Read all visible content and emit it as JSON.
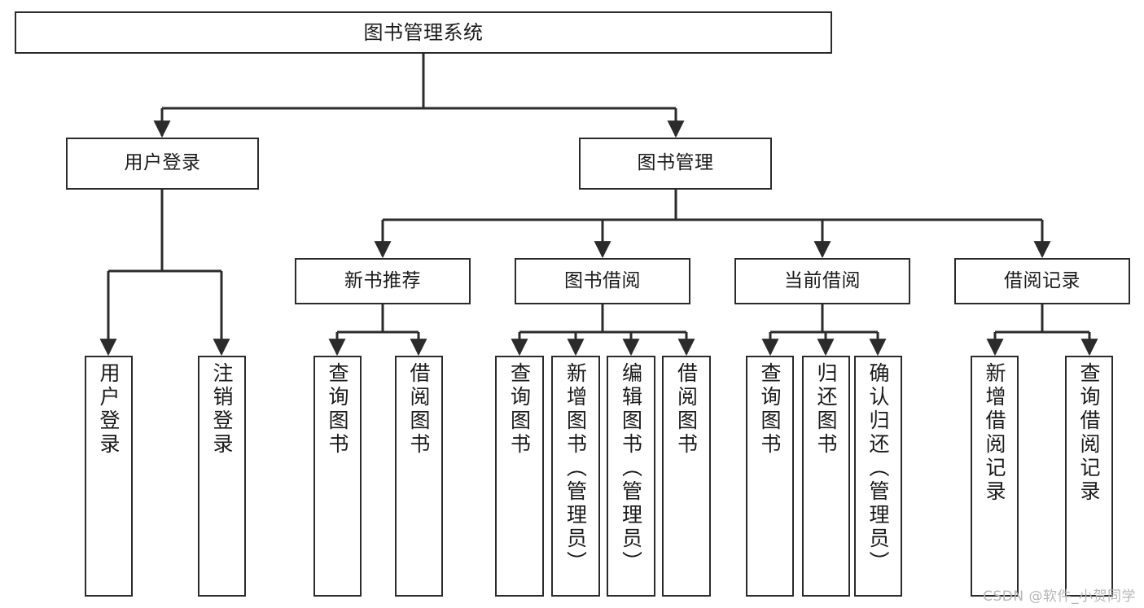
{
  "diagram": {
    "type": "tree-hierarchy",
    "title": "图书管理系统",
    "orientation": "top-down",
    "colors": {
      "box_border": "#2b2b2b",
      "box_fill": "#ffffff",
      "edge": "#2b2b2b",
      "text": "#1a1a1a",
      "watermark": "#b6b6b6",
      "background": "#ffffff"
    },
    "root": {
      "label": "图书管理系统"
    },
    "level2": [
      {
        "label": "用户登录"
      },
      {
        "label": "图书管理"
      }
    ],
    "level3": [
      {
        "label": "新书推荐"
      },
      {
        "label": "图书借阅"
      },
      {
        "label": "当前借阅"
      },
      {
        "label": "借阅记录"
      }
    ],
    "leaves": {
      "user_login": [
        {
          "label": "用户登录"
        },
        {
          "label": "注销登录"
        }
      ],
      "new_book_recommend": [
        {
          "label": "查询图书"
        },
        {
          "label": "借阅图书"
        }
      ],
      "book_borrow": [
        {
          "label": "查询图书"
        },
        {
          "label": "新增图书（管理员）"
        },
        {
          "label": "编辑图书（管理员）"
        },
        {
          "label": "借阅图书"
        }
      ],
      "current_borrow": [
        {
          "label": "查询图书"
        },
        {
          "label": "归还图书"
        },
        {
          "label": "确认归还（管理员）"
        }
      ],
      "borrow_record": [
        {
          "label": "新增借阅记录"
        },
        {
          "label": "查询借阅记录"
        }
      ]
    },
    "watermark": "CSDN @软件_小贺同学"
  }
}
